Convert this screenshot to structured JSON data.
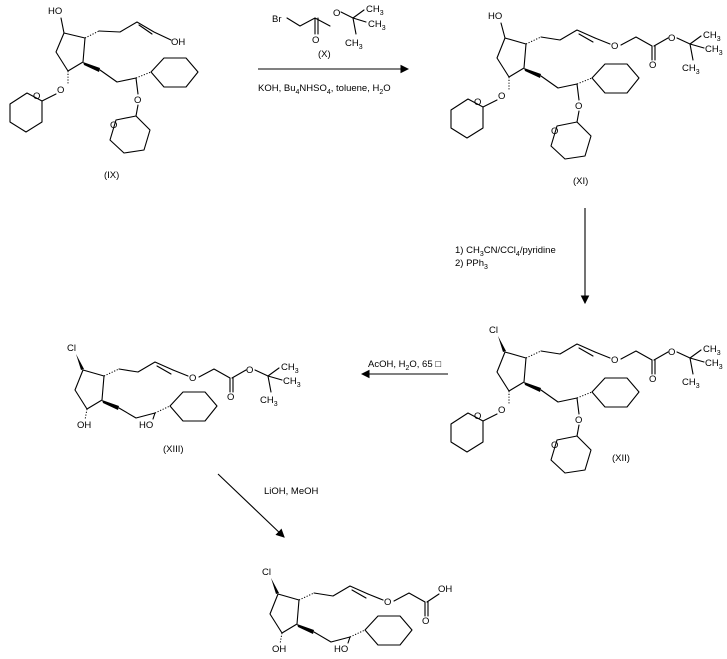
{
  "compounds": {
    "IX": "(IX)",
    "X": "(X)",
    "XI": "(XI)",
    "XII": "(XII)",
    "XIII": "(XIII)"
  },
  "atoms": {
    "ho": "HO",
    "oh": "OH",
    "o": "O",
    "br": "Br",
    "cl": "Cl",
    "ch3": "CH",
    "ch3_sub": "3"
  },
  "reagents": {
    "step1": [
      "KOH, Bu",
      "4",
      "NHSO",
      "4",
      ", toluene, H",
      "2",
      "O"
    ],
    "step2_line1": [
      "1) CH",
      "3",
      "CN/CCl",
      "4",
      "/pyridine"
    ],
    "step2_line2": [
      "2) PPh",
      "3"
    ],
    "step3": [
      "AcOH, H",
      "2",
      "O, 65 □"
    ],
    "step4": "LiOH, MeOH"
  }
}
